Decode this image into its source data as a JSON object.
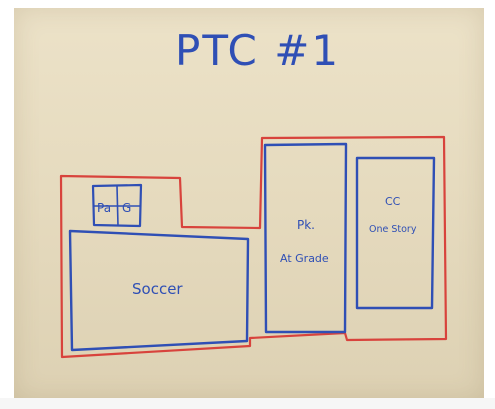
{
  "title": "PTC #1",
  "spaces": {
    "pg": {
      "left_label": "Pa",
      "right_label": "G"
    },
    "soccer": {
      "label": "Soccer"
    },
    "pk": {
      "line1": "Pk.",
      "line2": "At Grade"
    },
    "cc": {
      "line1": "CC",
      "line2": "One Story"
    }
  },
  "colors": {
    "boundary": "#d8433c",
    "space": "#2f4fb5",
    "paper": "#e8ddc2"
  }
}
